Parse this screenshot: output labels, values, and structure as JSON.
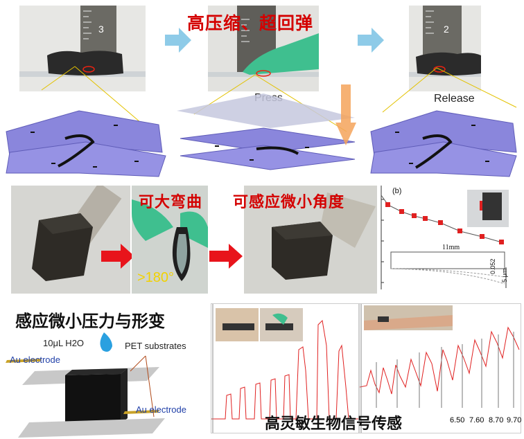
{
  "top": {
    "title": "高压缩、超回弹",
    "press_label": "Press",
    "release_label": "Release",
    "ruler_numbers": [
      "3",
      "2"
    ]
  },
  "middle": {
    "title1": "可大弯曲",
    "title2": "可感应微小角度",
    "angle_label": ">180°",
    "plot": {
      "panel_tag": "(b)",
      "dimension_label": "11mm",
      "thickness_label": "0.052",
      "micron_label": "5 μm"
    }
  },
  "bottom": {
    "title": "感应微小压力与形变",
    "water_label": "10μL H2O",
    "pet_label": "PET substrates",
    "electrode_top_label": "Au electrode",
    "electrode_bottom_label": "Au electrode",
    "bio_label": "高灵敏生物信号传感",
    "axis_numbers": [
      "6.50",
      "7.60",
      "8.70",
      "9.70"
    ]
  },
  "colors": {
    "accent_red": "#d40000",
    "arrow_blue": "#8ecbe8",
    "sheet_purple": "#8a86dc",
    "glove_green": "#3fbf8f",
    "gold": "#c9a227",
    "signal_red": "#e02020"
  }
}
